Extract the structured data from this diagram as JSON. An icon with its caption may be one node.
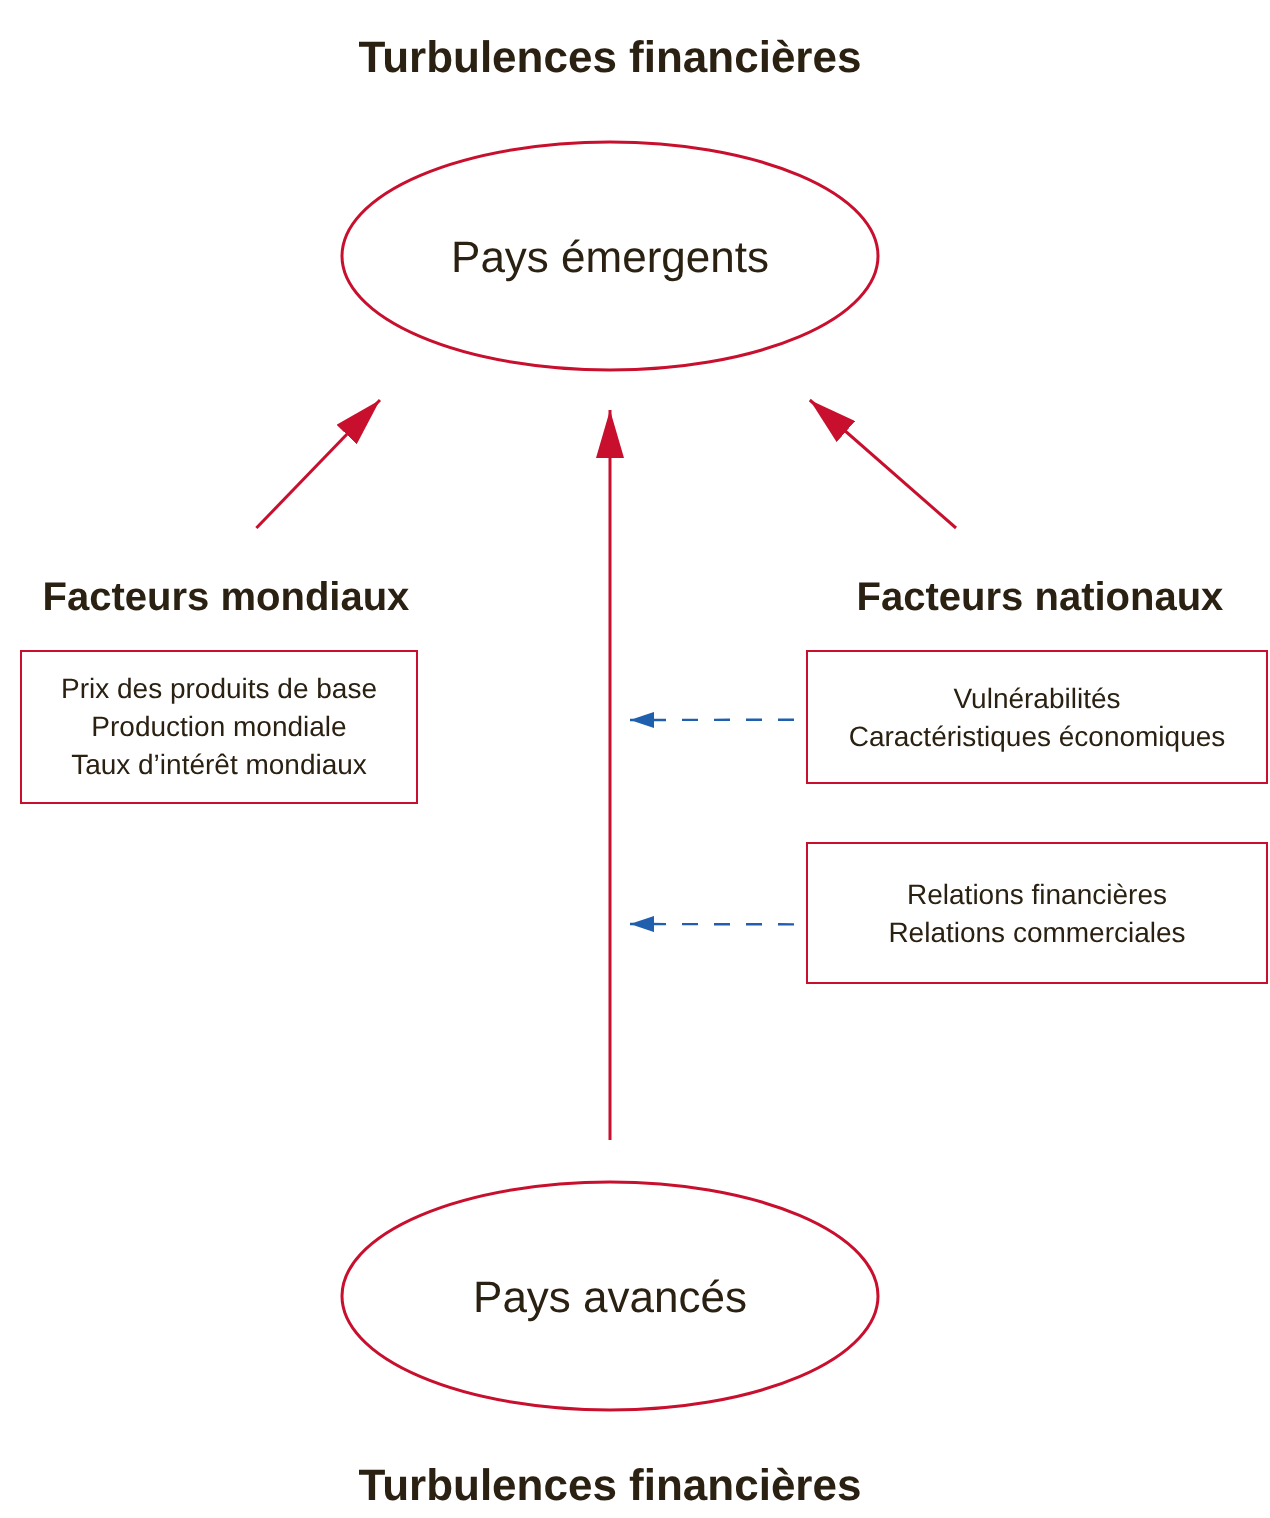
{
  "diagram": {
    "nodes": [
      {
        "text": [
          "Turbulences financières",
          "Pays émergents"
        ]
      },
      {
        "text": [
          "Facteurs mondiaux"
        ]
      },
      {
        "text": [
          "Prix des produits de base",
          "Production mondiale",
          "Taux d’intérêt mondiaux"
        ]
      },
      {
        "text": [
          "Facteurs nationaux"
        ]
      },
      {
        "text": [
          "Vulnérabilités",
          "Caractéristiques économiques"
        ]
      },
      {
        "text": [
          "Relations financières",
          "Relations commerciales"
        ]
      },
      {
        "text": [
          "Pays avancés",
          "Turbulences financières"
        ]
      }
    ],
    "edges": [
      {
        "from": 1,
        "to": 0,
        "arrow": "to"
      },
      {
        "from": 3,
        "to": 0,
        "arrow": "to"
      },
      {
        "from": 6,
        "to": 0,
        "arrow": "to"
      },
      {
        "from": 4,
        "to": null,
        "arrow": "to",
        "style": "dashed",
        "color": "#1f5fad"
      },
      {
        "from": 5,
        "to": null,
        "arrow": "to",
        "style": "dashed",
        "color": "#1f5fad"
      }
    ]
  }
}
